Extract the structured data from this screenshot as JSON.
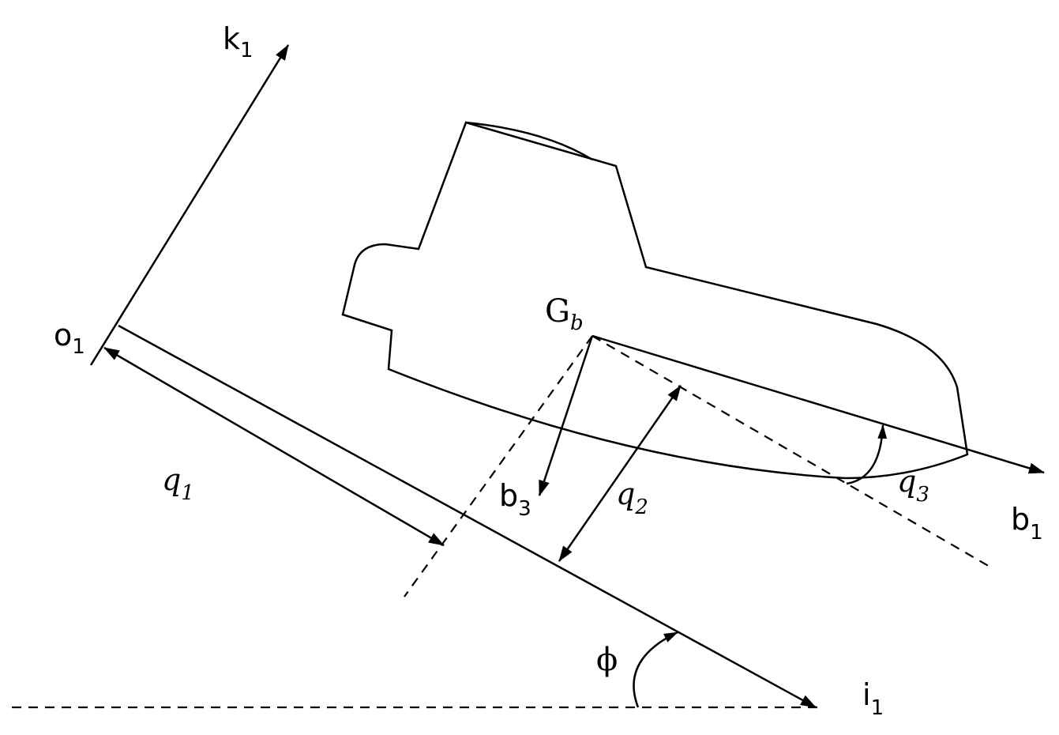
{
  "labels": {
    "k1": {
      "base": "k",
      "sub": "1"
    },
    "o1": {
      "base": "o",
      "sub": "1"
    },
    "i1": {
      "base": "i",
      "sub": "1"
    },
    "b1": {
      "base": "b",
      "sub": "1"
    },
    "b3": {
      "base": "b",
      "sub": "3"
    },
    "gb": {
      "base": "G",
      "sub": "b"
    },
    "q1": {
      "base": "q",
      "sub": "1"
    },
    "q2": {
      "base": "q",
      "sub": "2"
    },
    "q3": {
      "base": "q",
      "sub": "3"
    },
    "phi": "ϕ"
  }
}
